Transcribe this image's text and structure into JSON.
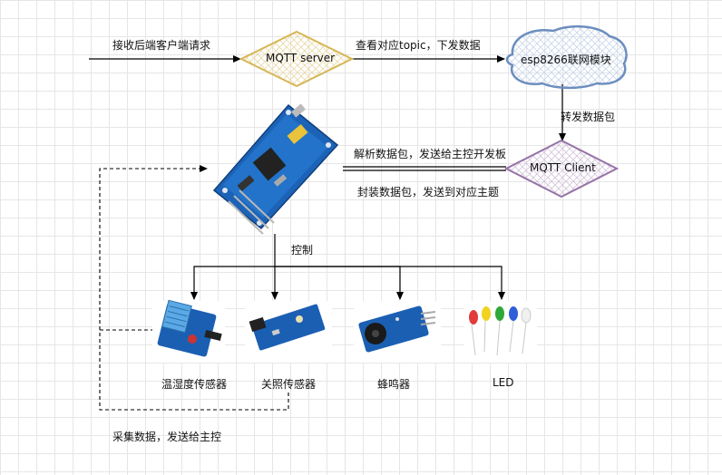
{
  "nodes": {
    "mqtt_server": "MQTT server",
    "esp8266": "esp8266联网模块",
    "mqtt_client": "MQTT Client"
  },
  "edges": {
    "receive_request": "接收后端客户端请求",
    "view_topic": "查看对应topic，下发数据",
    "forward_packet": "转发数据包",
    "parse_packet": "解析数据包，发送给主控开发板",
    "pack_packet": "封装数据包，发送到对应主题",
    "control": "控制",
    "collect_data": "采集数据，发送给主控"
  },
  "devices": {
    "temp_humidity": "温湿度传感器",
    "light": "关照传感器",
    "buzzer": "蜂鸣器",
    "led": "LED"
  },
  "colors": {
    "diamond_server_stroke": "#d6b656",
    "diamond_client_stroke": "#9673a6",
    "cloud_stroke": "#6c8ebf",
    "board_blue": "#1c63b7",
    "sensor_blue": "#1b5fb3"
  }
}
